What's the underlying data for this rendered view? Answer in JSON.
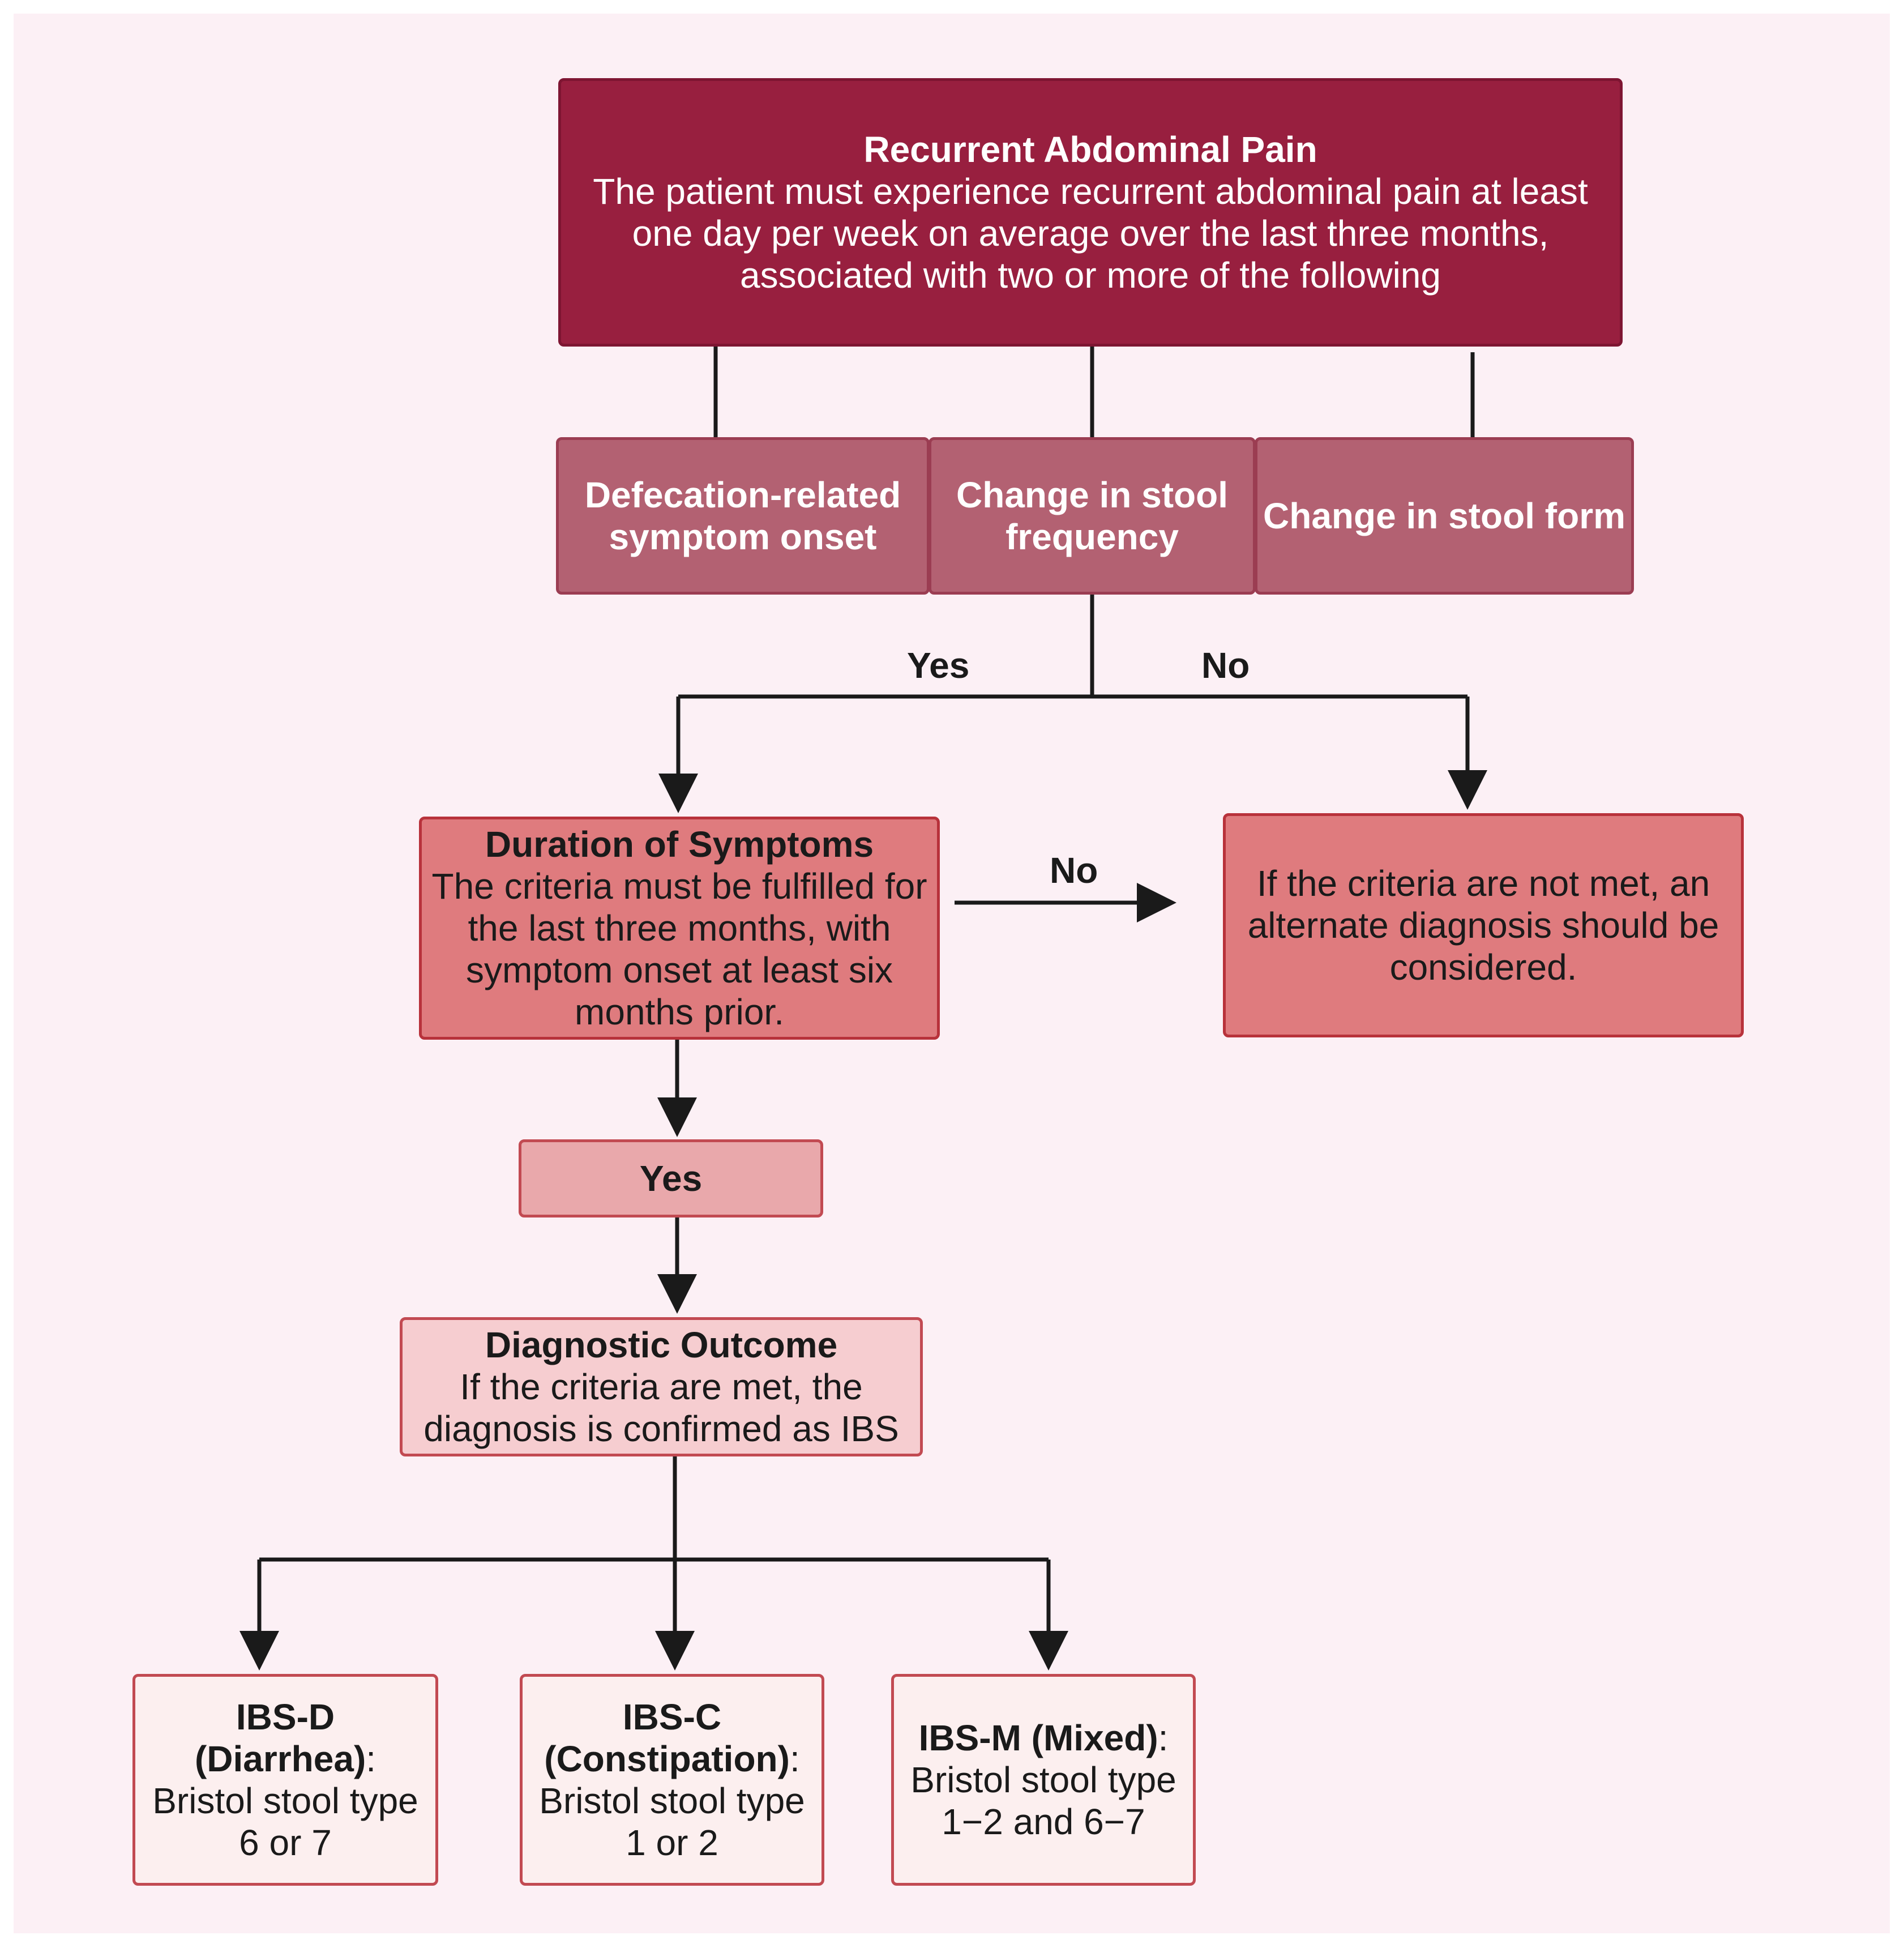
{
  "top": {
    "title": "Recurrent Abdominal Pain",
    "text": "The patient must experience recurrent abdominal pain at least one day per week on average over the last three months, associated with two or more of the following"
  },
  "criteria": [
    "Defecation-related symptom onset",
    "Change in stool frequency",
    "Change in stool form"
  ],
  "branch_labels": {
    "yes": "Yes",
    "no": "No",
    "no_duration": "No"
  },
  "duration": {
    "title": "Duration of Symptoms",
    "text": "The criteria must be fulfilled for the last three months, with symptom onset at least six months prior."
  },
  "alternate": {
    "text": "If the criteria are not met, an alternate diagnosis should be considered."
  },
  "yes_box": "Yes",
  "outcome": {
    "title": "Diagnostic Outcome",
    "text": "If the criteria are met, the diagnosis is confirmed as IBS"
  },
  "subtypes": [
    {
      "name": "IBS-D (Diarrhea)",
      "sep": ":",
      "text": "Bristol stool type 6 or 7"
    },
    {
      "name": "IBS-C (Constipation)",
      "sep": ":",
      "text": "Bristol stool type 1 or 2"
    },
    {
      "name": "IBS-M (Mixed)",
      "sep": ":",
      "text": "Bristol stool type 1−2 and 6−7"
    }
  ],
  "colors": {
    "background": "#fcf0f5",
    "top_box": "#981f3f",
    "criteria_box": "#b36172",
    "duration_box": "#df7b7e",
    "yes_box": "#e9a8ab",
    "outcome_box": "#f6cdd0",
    "subtype_box": "#fcefef",
    "connector": "#1a1a1a"
  }
}
